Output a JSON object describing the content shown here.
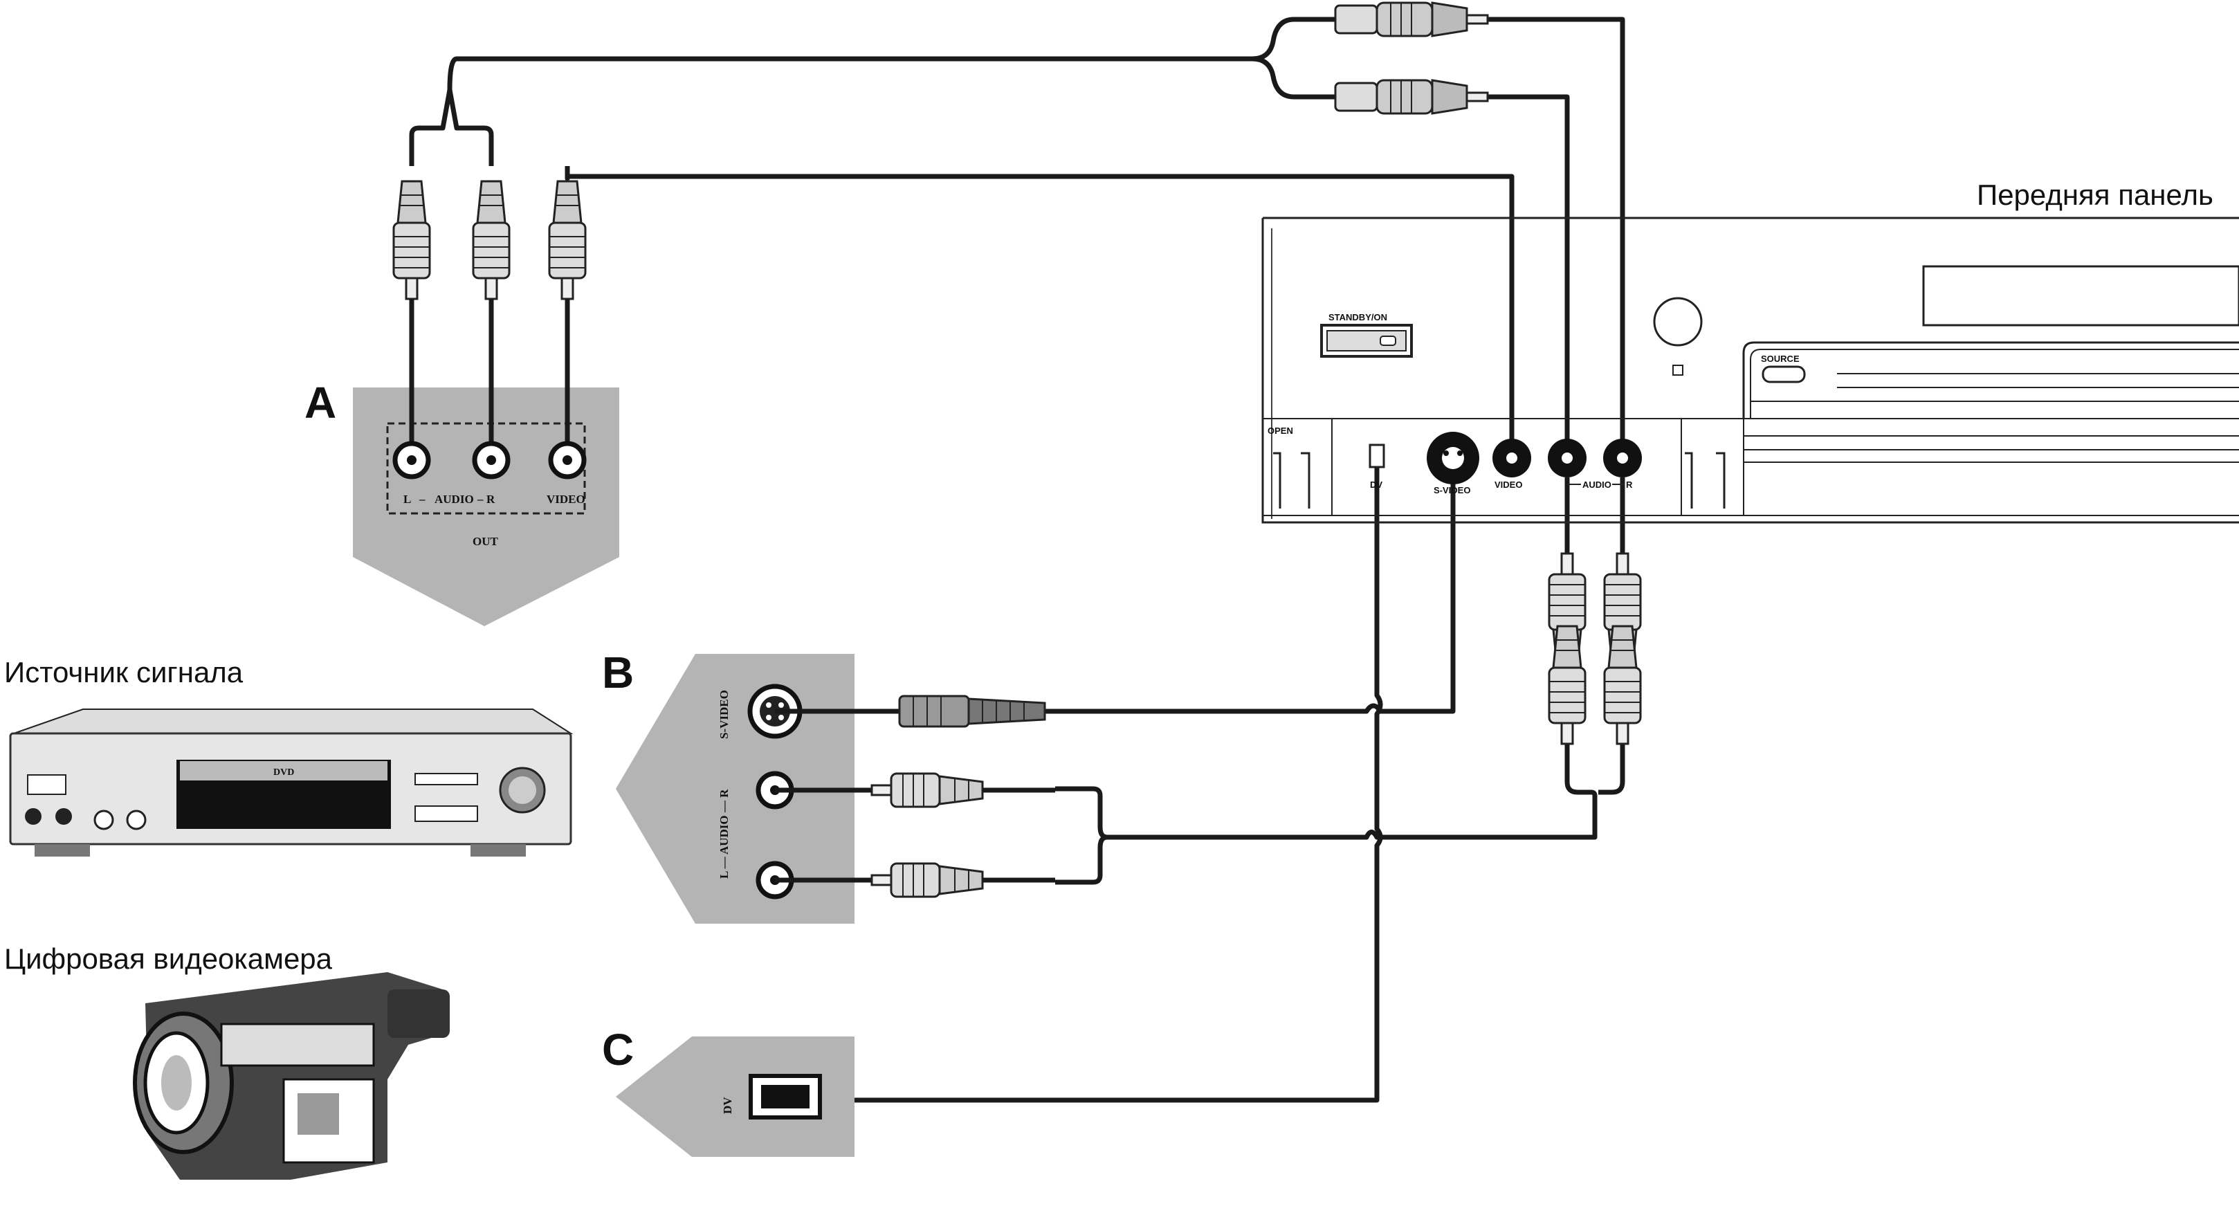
{
  "labels": {
    "front_panel": "Передняя панель",
    "signal_source": "Источник сигнала",
    "digital_camera": "Цифровая видеокамера"
  },
  "panel_a": {
    "letter": "A",
    "audio_l": "L",
    "audio": "AUDIO",
    "audio_r": "R",
    "video": "VIDEO",
    "out": "OUT"
  },
  "panel_b": {
    "letter": "B",
    "svideo": "S-VIDEO",
    "audio_label": "L — AUDIO — R"
  },
  "panel_c": {
    "letter": "C",
    "dv": "DV"
  },
  "front_panel_labels": {
    "standby": "STANDBY/ON",
    "source": "SOURCE",
    "open": "OPEN",
    "dv": "DV",
    "svideo": "S-VIDEO",
    "video": "VIDEO",
    "audio": "AUDIO",
    "audio_r": "R"
  },
  "device_labels": {
    "dvd": "DVD"
  },
  "colors": {
    "panel_gray": "#b4b4b4",
    "line": "#1a1a1a"
  },
  "icons": [
    "power-icon",
    "rca-plug-icon",
    "svideo-plug-icon",
    "dvd-player-icon",
    "camcorder-icon"
  ]
}
